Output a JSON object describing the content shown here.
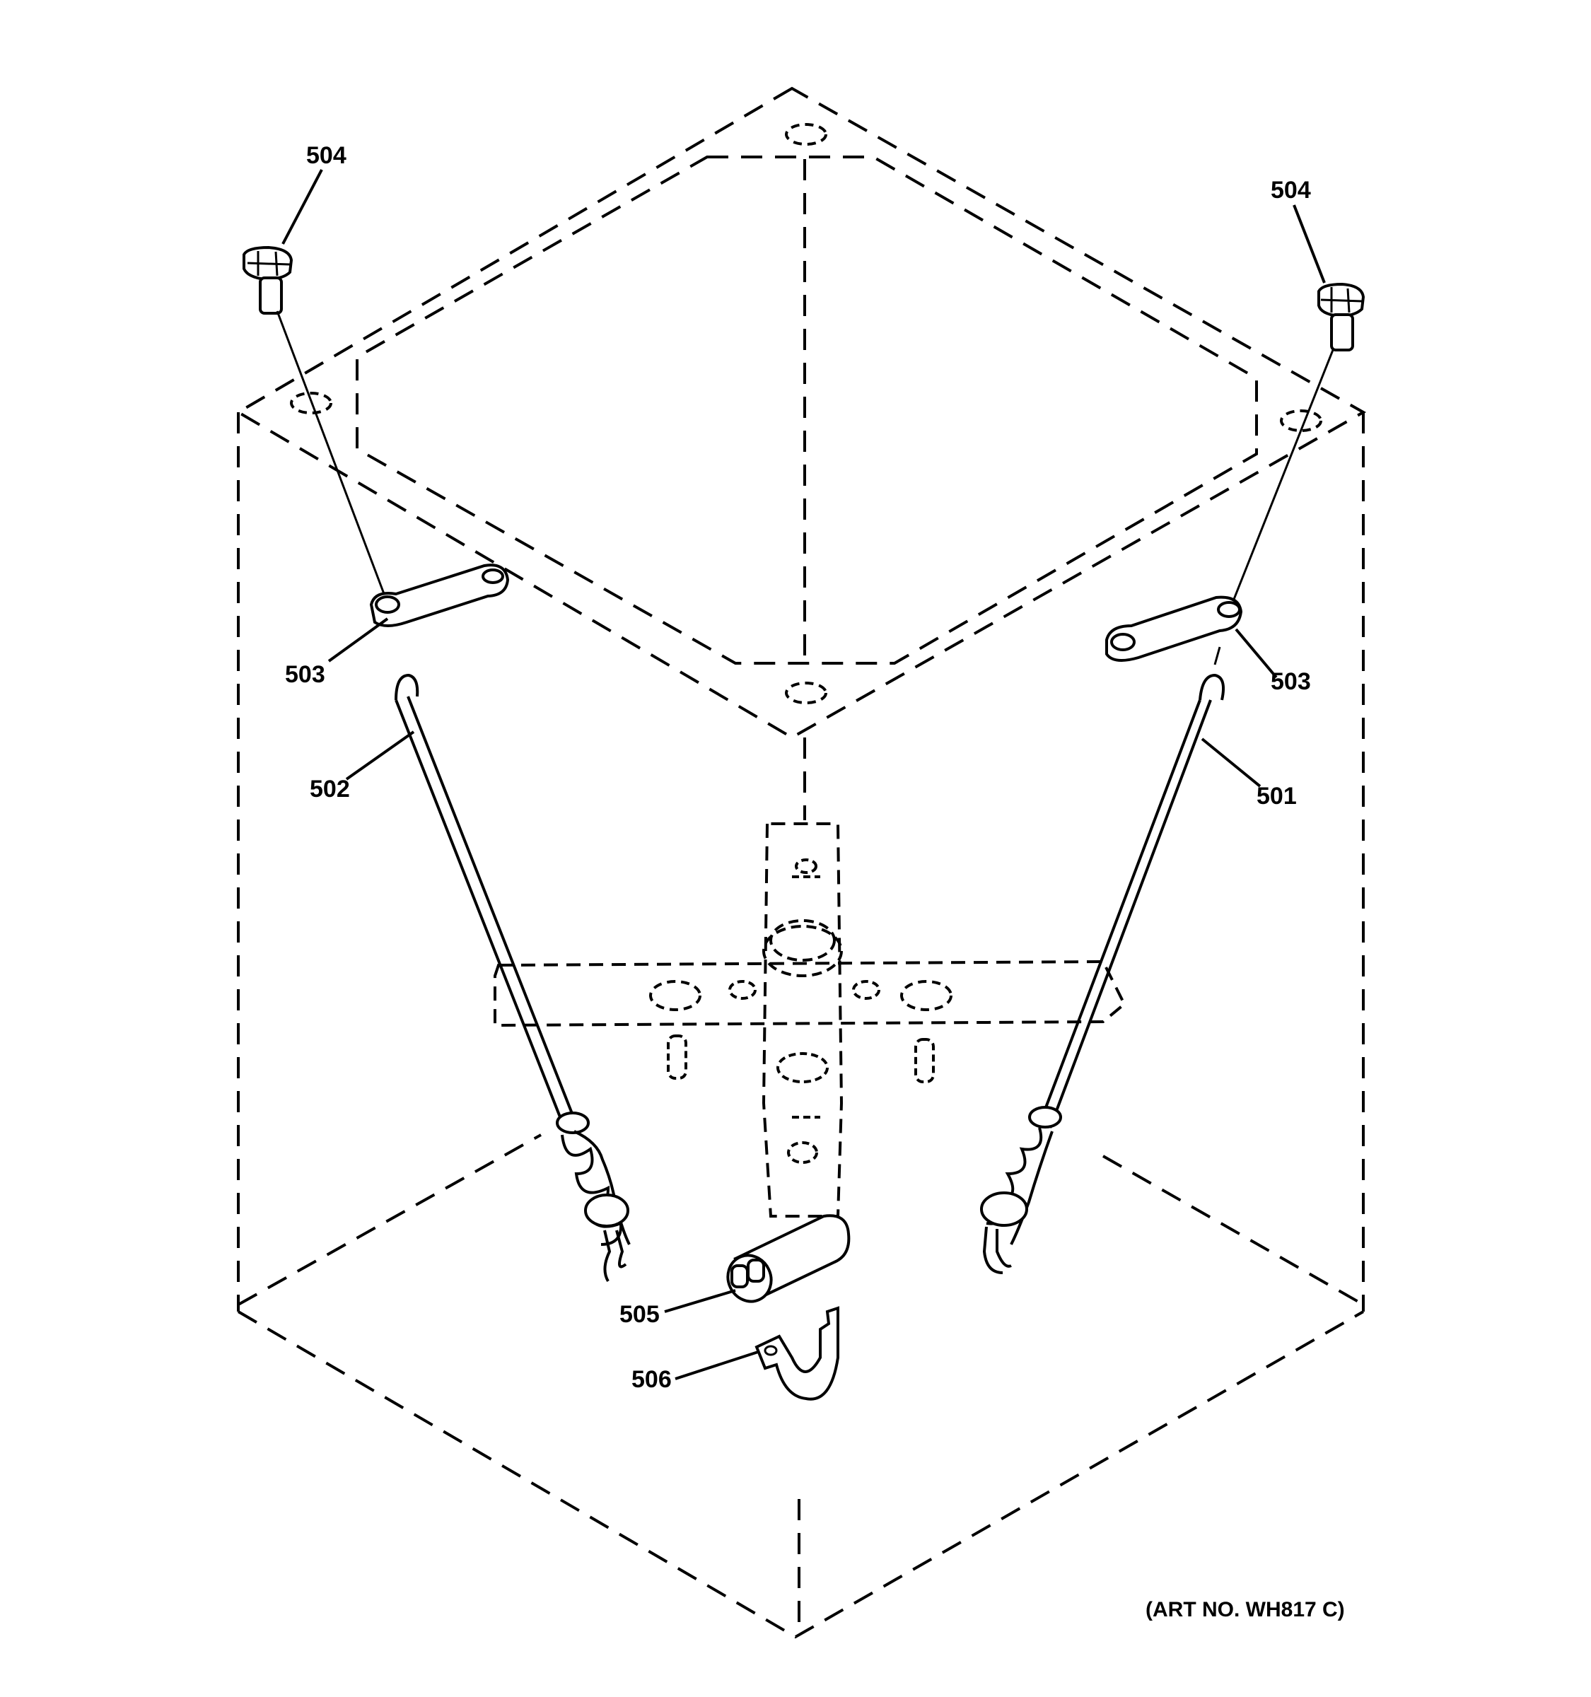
{
  "callouts": {
    "c504_left": "504",
    "c504_right": "504",
    "c503_left": "503",
    "c503_right": "503",
    "c502": "502",
    "c501": "501",
    "c505": "505",
    "c506": "506"
  },
  "art_number": "(ART NO. WH817 C)"
}
